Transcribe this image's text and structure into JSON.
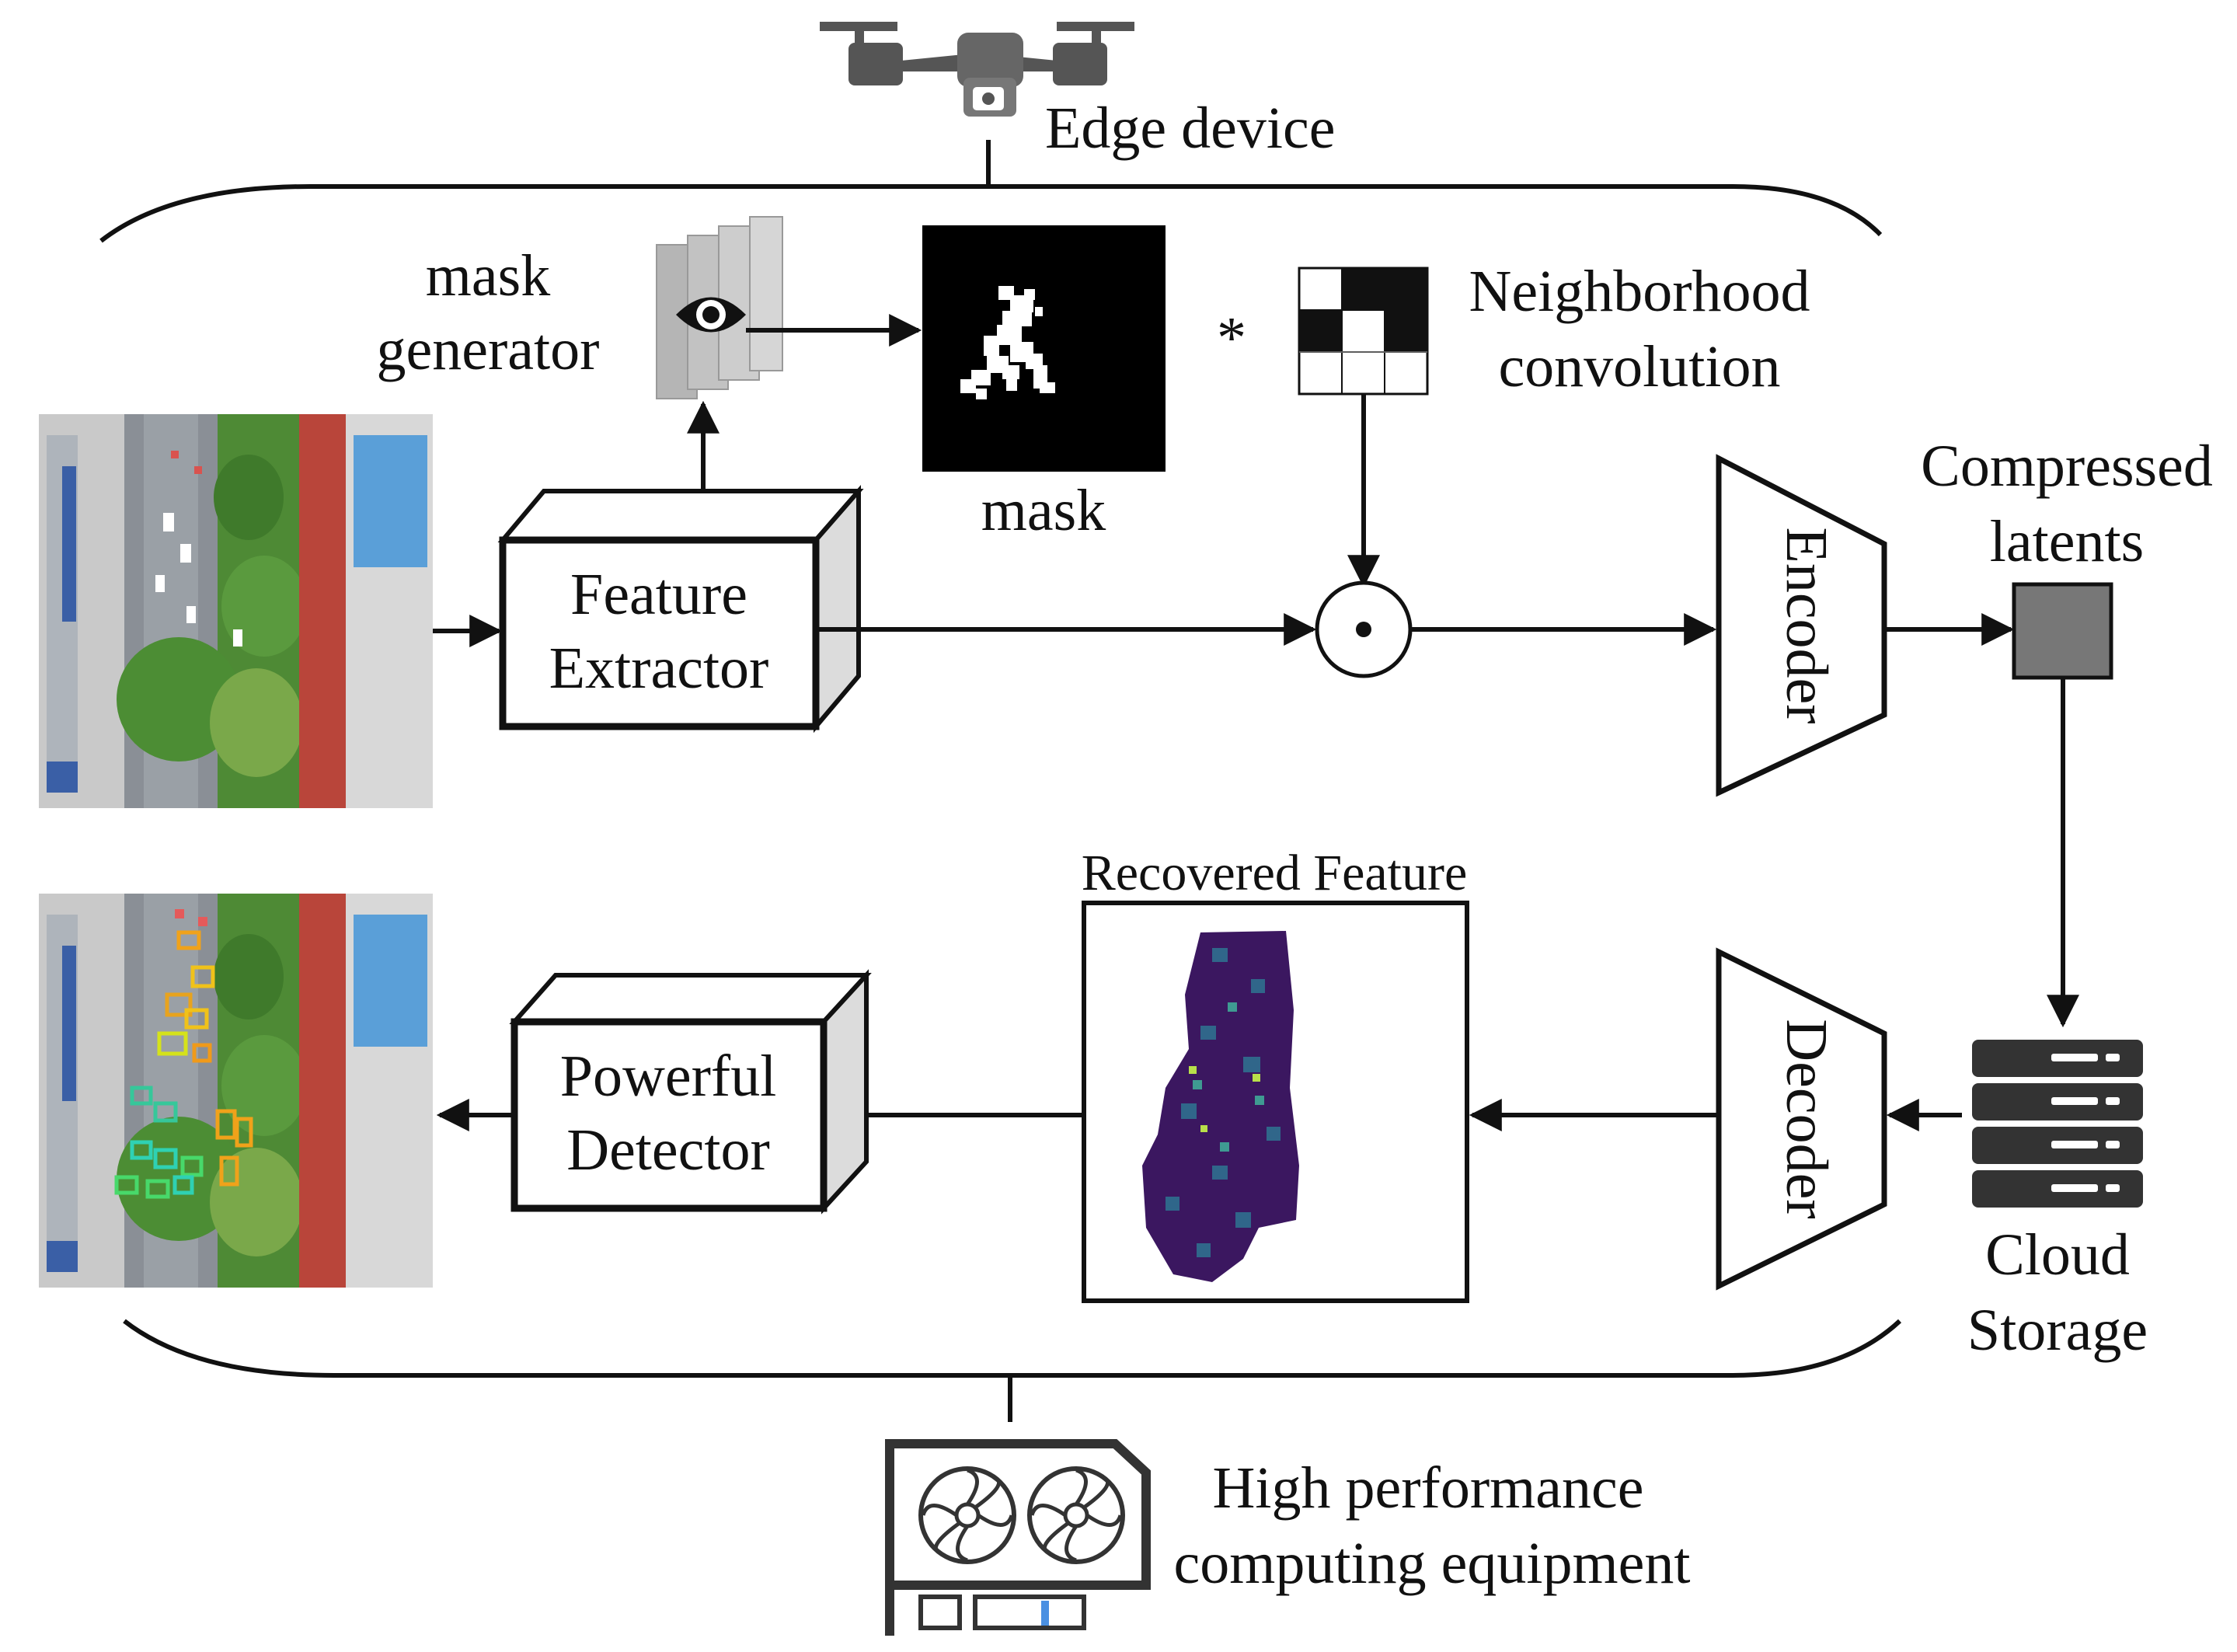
{
  "labels": {
    "edge_device": "Edge device",
    "mask_generator_line1": "mask",
    "mask_generator_line2": "generator",
    "mask": "mask",
    "conv_symbol": "*",
    "neighborhood_line1": "Neighborhood",
    "neighborhood_line2": "convolution",
    "feature_extractor_line1": "Feature",
    "feature_extractor_line2": "Extractor",
    "encoder": "Encoder",
    "compressed_line1": "Compressed",
    "compressed_line2": "latents",
    "recovered_feature": "Recovered Feature",
    "powerful_line1": "Powerful",
    "powerful_line2": "Detector",
    "decoder": "Decoder",
    "cloud_line1": "Cloud",
    "cloud_line2": "Storage",
    "hpc_line1": "High performance",
    "hpc_line2": "computing equipment"
  },
  "icons": {
    "drone": "drone-icon",
    "eye": "eye-icon",
    "server": "server-icon",
    "gpu": "gpu-card-icon",
    "hadamard": "elementwise-product-icon"
  },
  "colors": {
    "ink": "#111111",
    "latent_fill": "#777777",
    "feature_dark": "#3b1760",
    "feature_mid": "#2f6f8f",
    "feature_bright": "#b8e04a",
    "street_road": "#8a8f96",
    "street_tree": "#4e8a35",
    "street_building": "#c9c9c9",
    "street_roof_red": "#b9453a",
    "street_roof_blue": "#5a9fd8"
  }
}
